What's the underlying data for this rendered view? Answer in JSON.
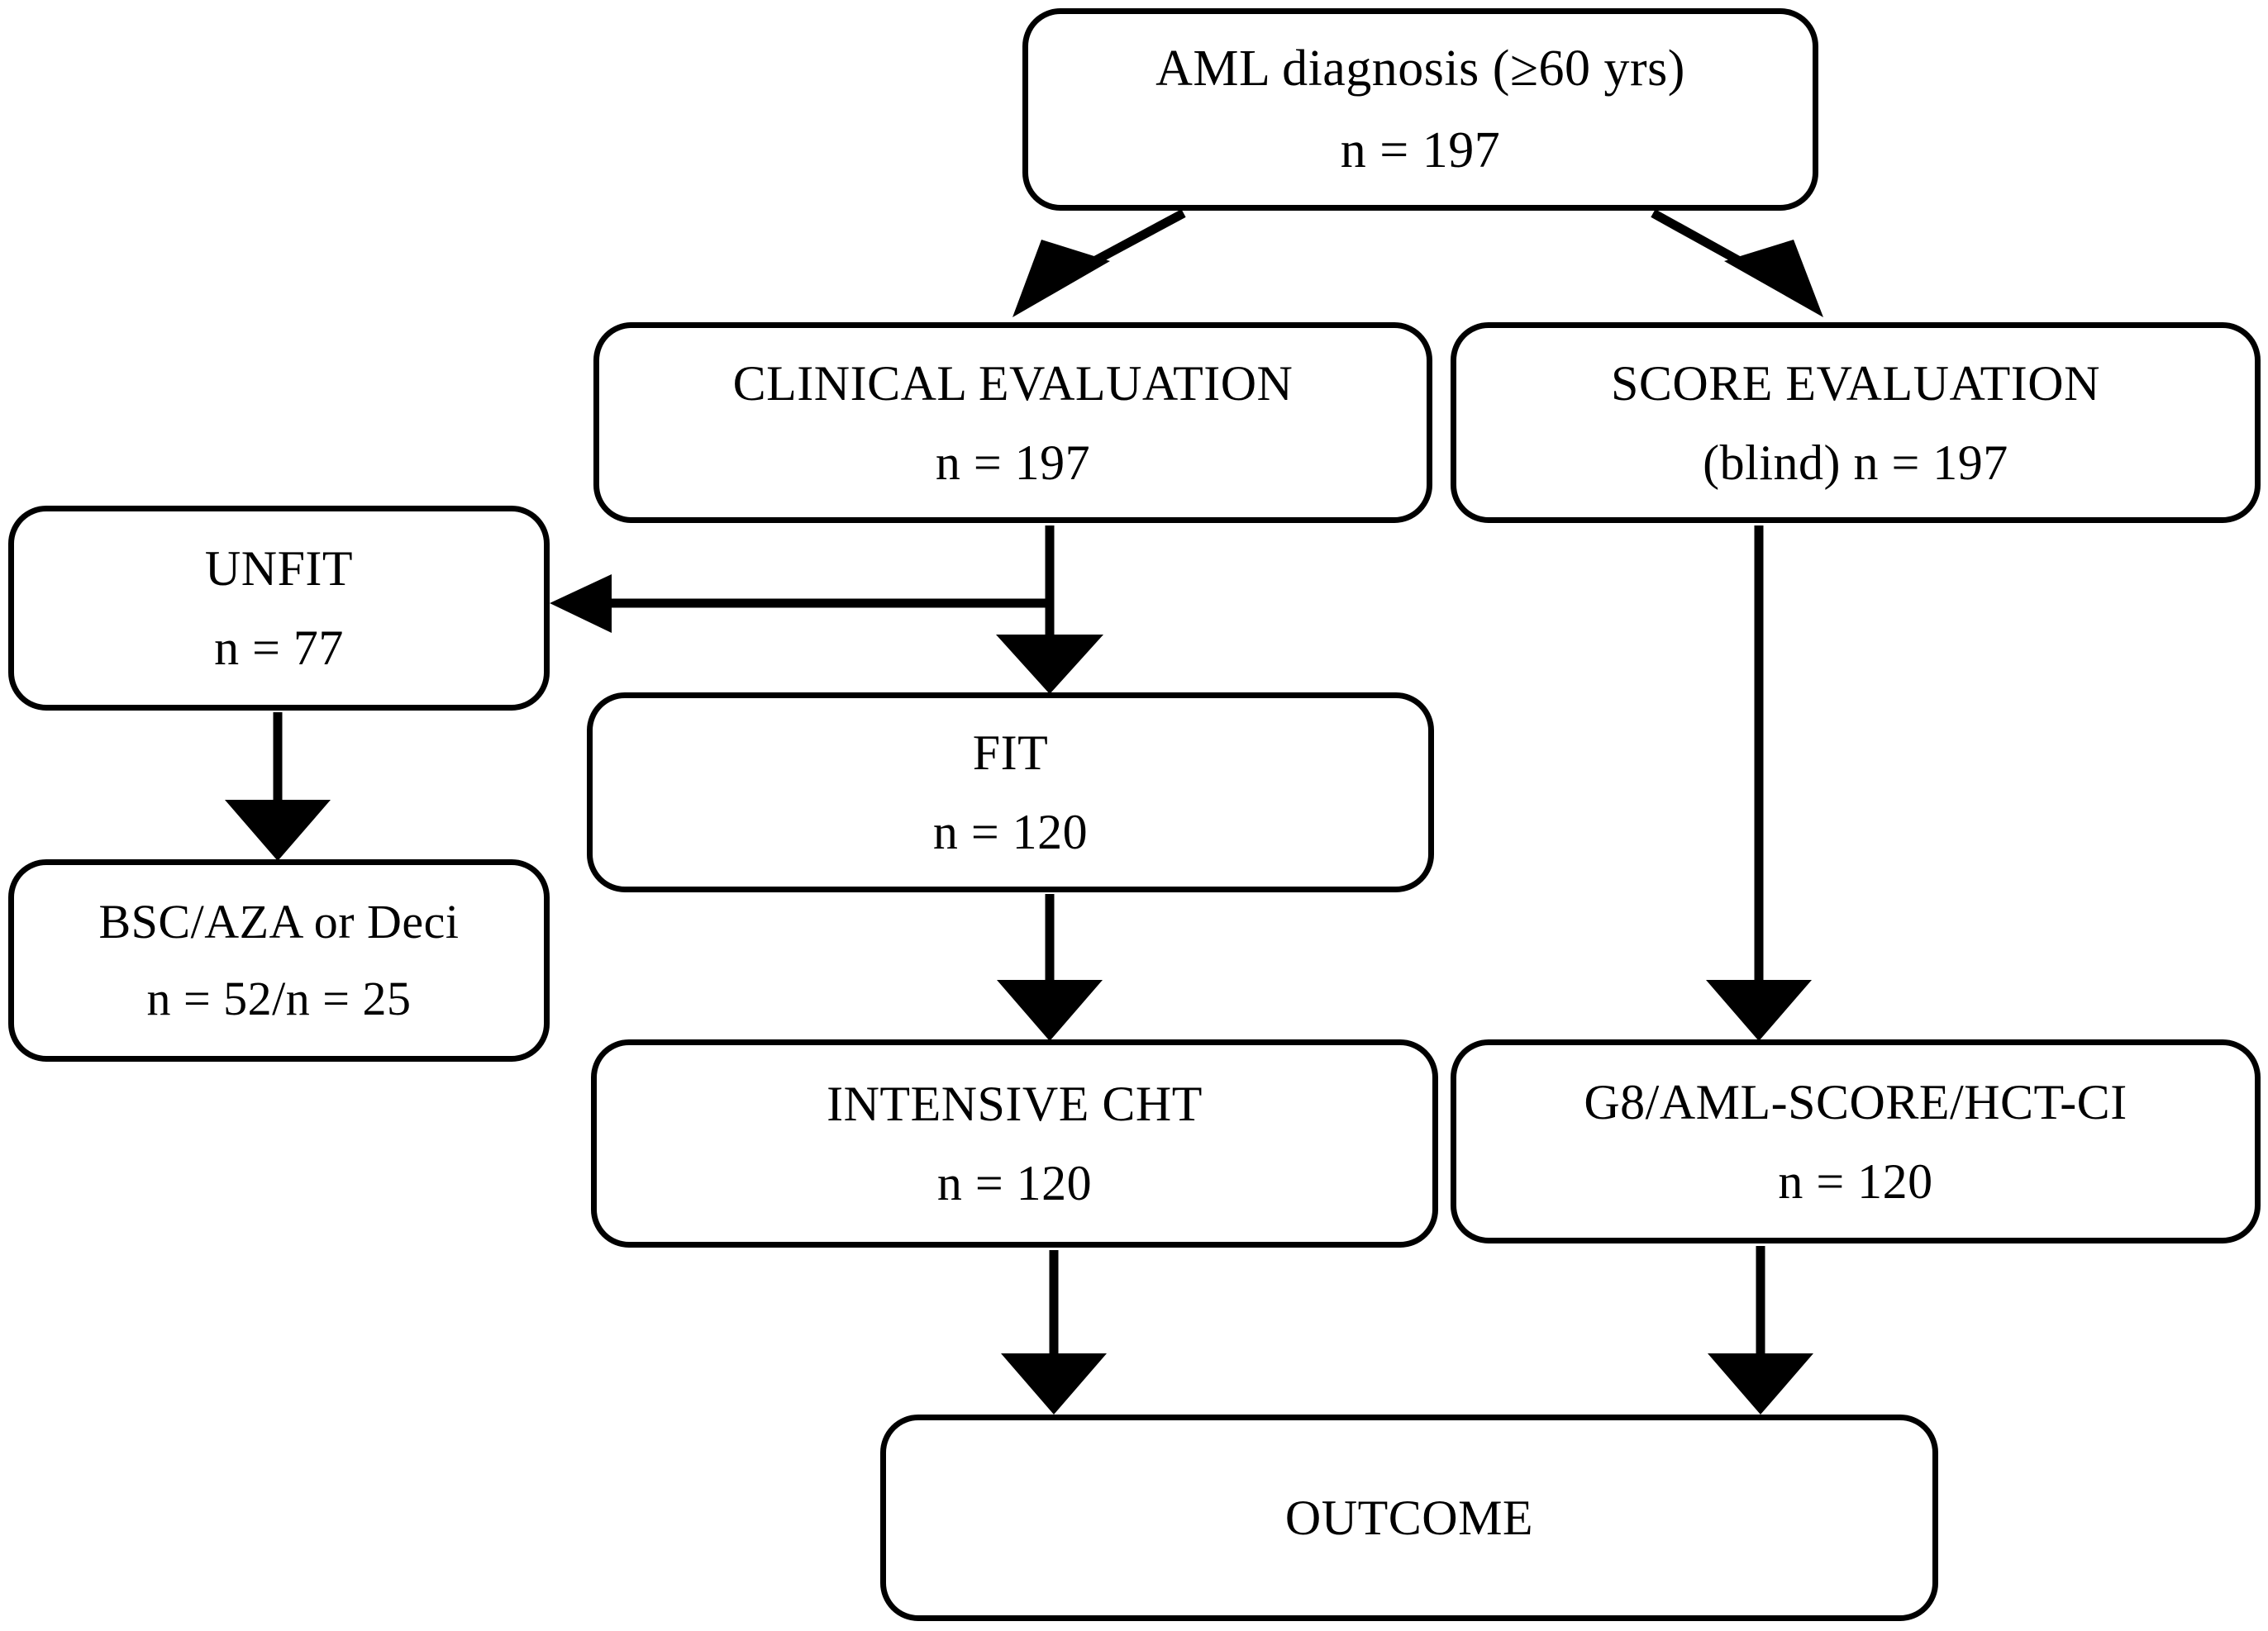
{
  "diagram": {
    "title": "AML elderly patient evaluation flowchart",
    "type": "flowchart",
    "line_color": "#000000",
    "box_fill": "#ffffff",
    "nodes": [
      {
        "id": "aml",
        "line1": "AML diagnosis (≥60 yrs)",
        "line2": "n = 197"
      },
      {
        "id": "clinical",
        "line1": "CLINICAL EVALUATION",
        "line2": "n = 197"
      },
      {
        "id": "score",
        "line1": "SCORE EVALUATION",
        "line2": "(blind) n = 197"
      },
      {
        "id": "unfit",
        "line1": "UNFIT",
        "line2": "n = 77"
      },
      {
        "id": "fit",
        "line1": "FIT",
        "line2": "n = 120"
      },
      {
        "id": "bsc",
        "line1": "BSC/AZA or Deci",
        "line2": "n = 52/n = 25"
      },
      {
        "id": "intensive",
        "line1": "INTENSIVE CHT",
        "line2": "n = 120"
      },
      {
        "id": "g8",
        "line1": "G8/AML-SCORE/HCT-CI",
        "line2": "n = 120"
      },
      {
        "id": "outcome",
        "line1": "OUTCOME",
        "line2": ""
      }
    ],
    "edges": [
      {
        "from": "aml",
        "to": "clinical",
        "style": "diagonal-arrow"
      },
      {
        "from": "aml",
        "to": "score",
        "style": "diagonal-arrow"
      },
      {
        "from": "clinical",
        "to": "unfit",
        "style": "elbow-left-arrow"
      },
      {
        "from": "clinical",
        "to": "fit",
        "style": "vertical-arrow"
      },
      {
        "from": "unfit",
        "to": "bsc",
        "style": "vertical-arrow"
      },
      {
        "from": "fit",
        "to": "intensive",
        "style": "vertical-arrow"
      },
      {
        "from": "score",
        "to": "g8",
        "style": "vertical-arrow"
      },
      {
        "from": "intensive",
        "to": "outcome",
        "style": "vertical-arrow"
      },
      {
        "from": "g8",
        "to": "outcome",
        "style": "vertical-arrow"
      }
    ]
  }
}
